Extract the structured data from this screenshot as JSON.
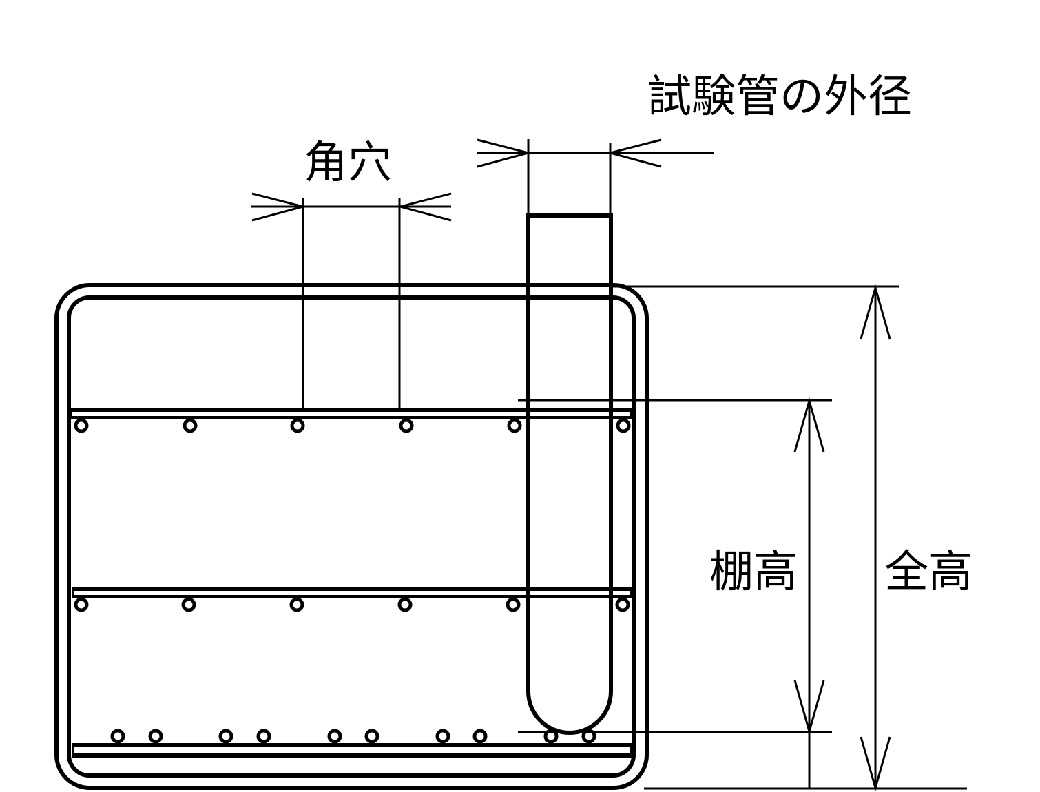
{
  "labels": {
    "tube_outer_diameter": "試験管の外径",
    "square_hole": "角穴",
    "shelf_height": "棚高",
    "total_height": "全高"
  },
  "colors": {
    "line": "#000000",
    "background": "#ffffff"
  }
}
